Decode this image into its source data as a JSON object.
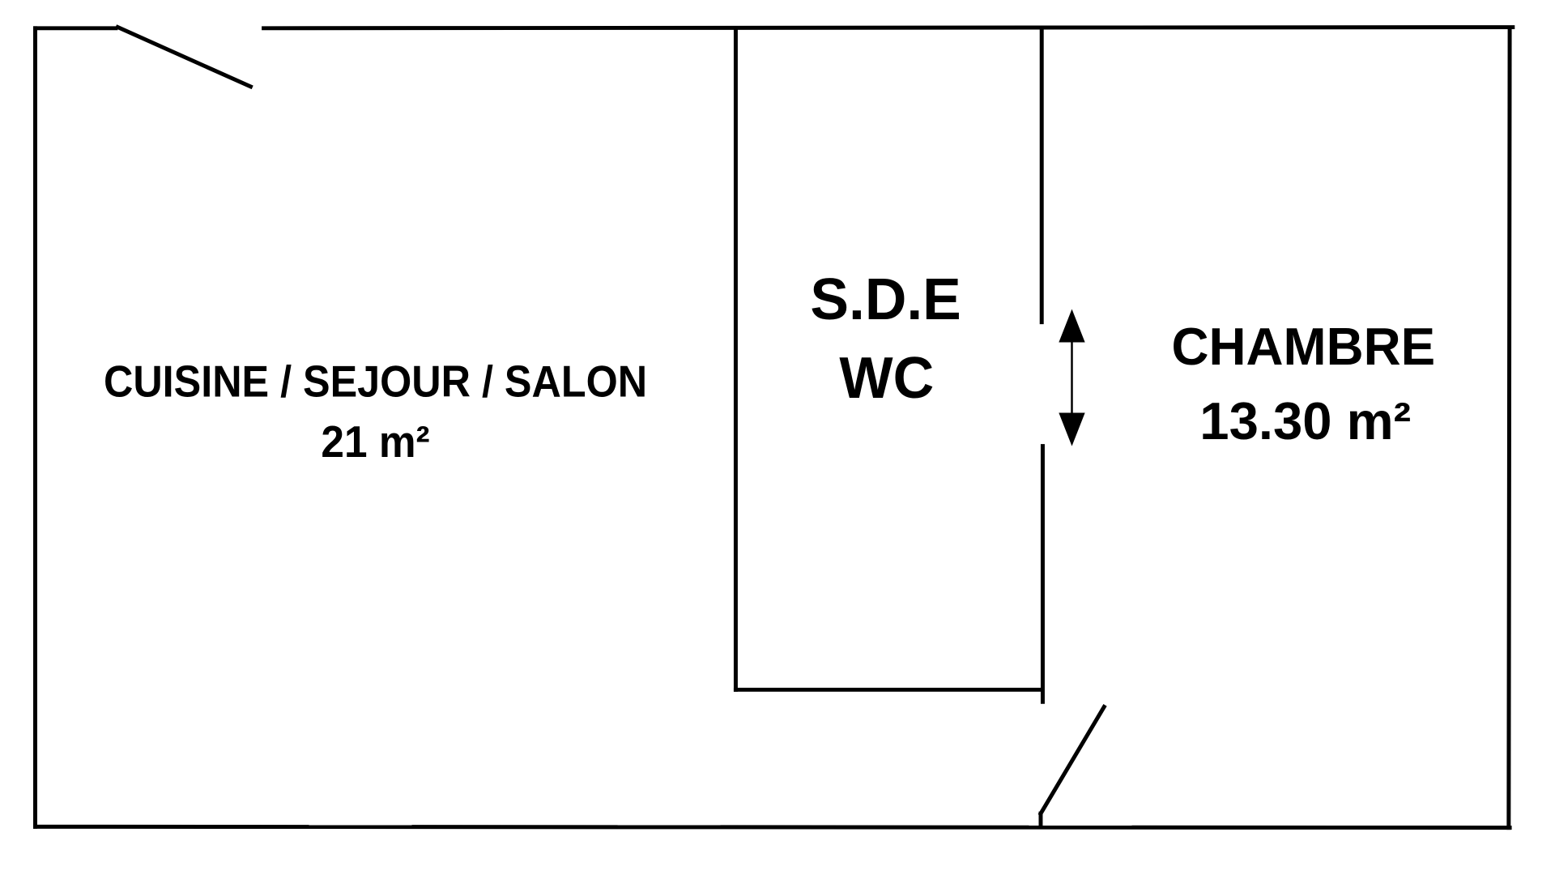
{
  "plan": {
    "rooms": [
      {
        "name": "CUISINE / SEJOUR / SALON",
        "area": "21 m²"
      },
      {
        "name": "S.D.E",
        "area": "WC"
      },
      {
        "name": "CHAMBRE",
        "area": "13.30 m²"
      }
    ],
    "line_color": "#000000",
    "background": "#ffffff"
  }
}
